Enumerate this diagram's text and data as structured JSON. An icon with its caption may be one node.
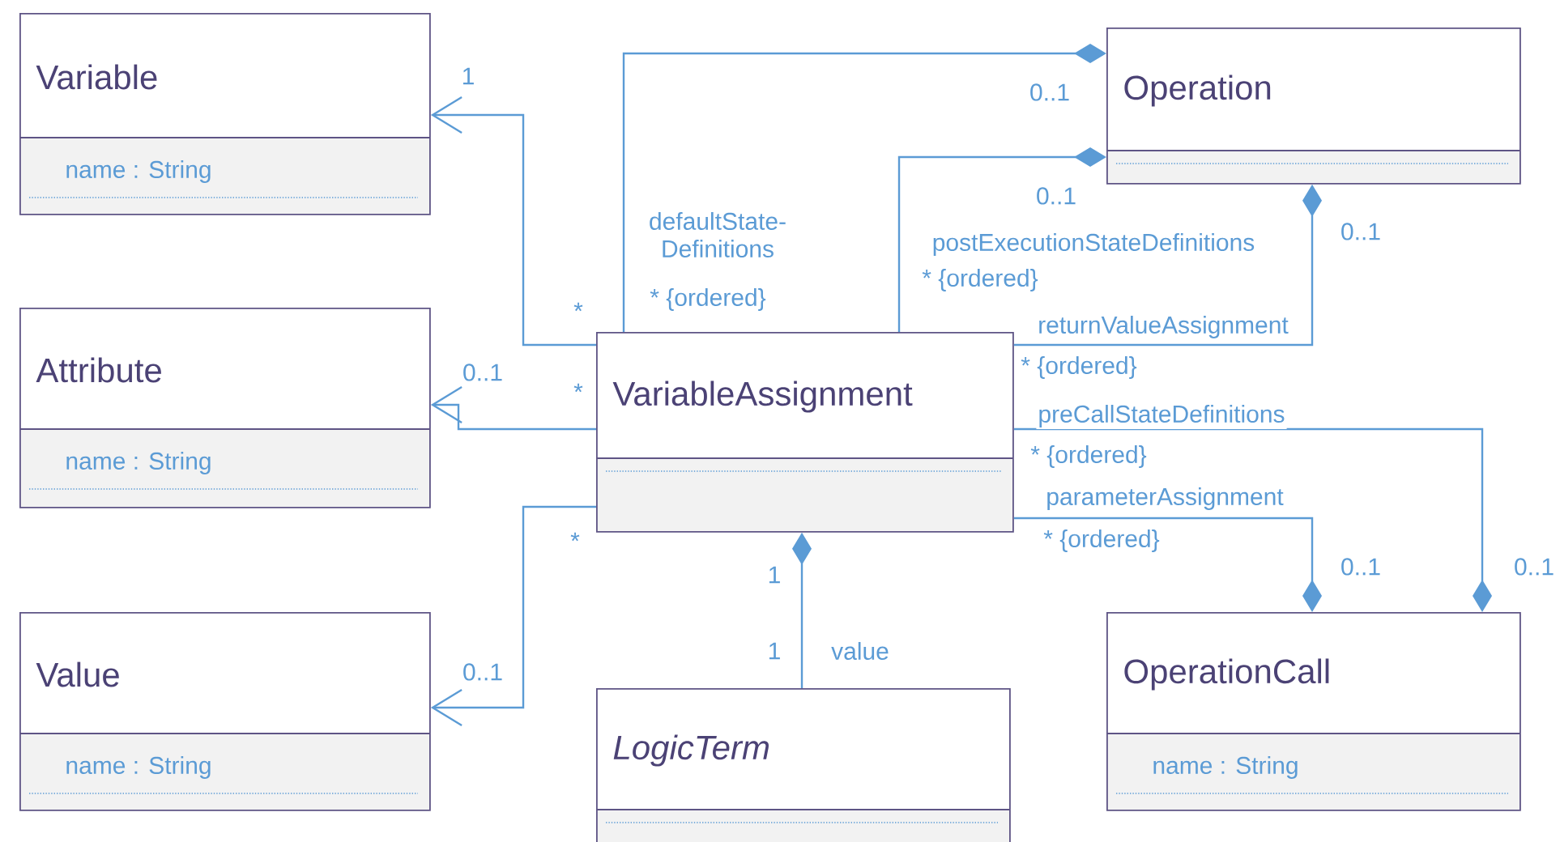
{
  "diagram": {
    "nodes": [
      {
        "text": [
          "Variable",
          "name : String"
        ]
      },
      {
        "text": [
          "Attribute",
          "name : String"
        ]
      },
      {
        "text": [
          "Value",
          "name : String"
        ]
      },
      {
        "text": [
          "VariableAssignment"
        ]
      },
      {
        "text": [
          "Operation"
        ]
      },
      {
        "text": [
          "LogicTerm"
        ]
      },
      {
        "text": [
          "OperationCall",
          "name : String"
        ]
      }
    ],
    "edges": [
      {
        "from": 3,
        "to": 0,
        "arrow": "to"
      },
      {
        "from": 3,
        "to": 1,
        "arrow": "to"
      },
      {
        "from": 3,
        "to": 2,
        "arrow": "to"
      },
      {
        "from": 3,
        "to": 4,
        "arrow": "other",
        "label": "defaultState- Definitions"
      },
      {
        "from": 3,
        "to": 4,
        "arrow": "other",
        "label": "postExecutionStateDefinitions"
      },
      {
        "from": 3,
        "to": 4,
        "arrow": "other",
        "label": "returnValueAssignment"
      },
      {
        "from": 3,
        "to": 6,
        "arrow": "other",
        "label": "preCallStateDefinitions"
      },
      {
        "from": 3,
        "to": 6,
        "arrow": "other",
        "label": "parameterAssignment"
      },
      {
        "from": 5,
        "to": 3,
        "arrow": "other",
        "label": "value"
      }
    ],
    "labels": [
      "1",
      "0..1",
      "0..1",
      "0..1",
      "* {ordered}",
      "* {ordered}",
      "*",
      "* {ordered}",
      "0..1",
      "*",
      "* {ordered}",
      "*",
      "* {ordered}",
      "0..1",
      "0..1",
      "1",
      "1",
      "0..1"
    ]
  }
}
